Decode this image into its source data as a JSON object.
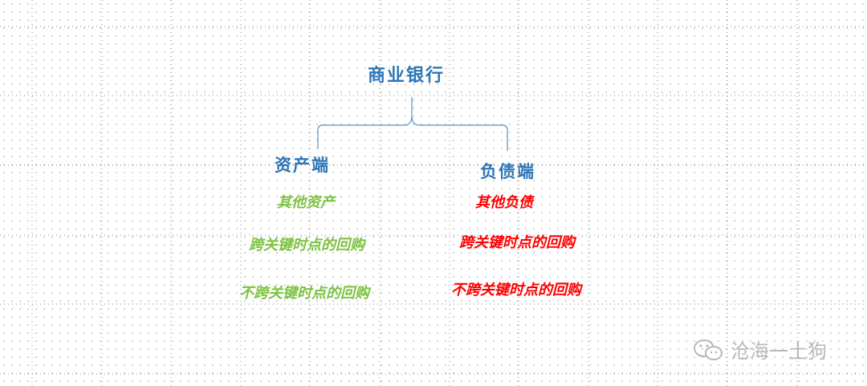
{
  "diagram": {
    "root": "商业银行",
    "assets": {
      "title": "资产端",
      "items": [
        "其他资产",
        "跨关键时点的回购",
        "不跨关键时点的回购"
      ]
    },
    "liabilities": {
      "title": "负债端",
      "items": [
        "其他负债",
        "跨关键时点的回购",
        "不跨关键时点的回购"
      ]
    },
    "colors": {
      "title": "#2e75b6",
      "assets_items": "#7dc242",
      "liabilities_items": "#ff0000",
      "brace": "#5b8fc9"
    }
  },
  "watermark": {
    "icon": "wechat-icon",
    "text": "沧海一土狗"
  }
}
